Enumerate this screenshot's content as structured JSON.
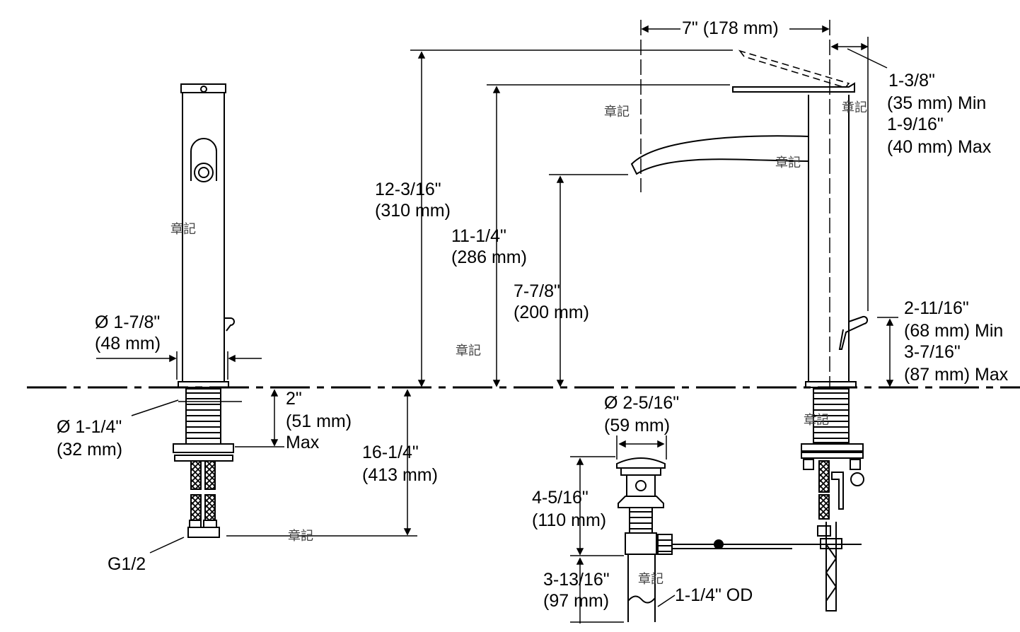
{
  "dimensions": {
    "spout_reach": "7\" (178 mm)",
    "handle_clearance": {
      "min_in": "1-3/8\"",
      "min_mm": "(35 mm) Min",
      "max_in": "1-9/16\"",
      "max_mm": "(40 mm) Max"
    },
    "overall_height": {
      "in": "12-3/16\"",
      "mm": "(310 mm)"
    },
    "top_height": {
      "in": "11-1/4\"",
      "mm": "(286 mm)"
    },
    "spout_height": {
      "in": "7-7/8\"",
      "mm": "(200 mm)"
    },
    "body_diameter": {
      "in": "Ø 1-7/8\"",
      "mm": "(48 mm)"
    },
    "lift_rod": {
      "min_in": "2-11/16\"",
      "min_mm": "(68 mm) Min",
      "max_in": "3-7/16\"",
      "max_mm": "(87 mm) Max"
    },
    "shank_diameter": {
      "in": "Ø 1-1/4\"",
      "mm": "(32 mm)"
    },
    "deck_thickness": {
      "in": "2\"",
      "mm": "(51 mm)",
      "note": "Max"
    },
    "under_deck_length": {
      "in": "16-1/4\"",
      "mm": "(413 mm)"
    },
    "connection": "G1/2",
    "drain_diameter": {
      "in": "Ø 2-5/16\"",
      "mm": "(59 mm)"
    },
    "drain_height": {
      "in": "4-5/16\"",
      "mm": "(110 mm)"
    },
    "tailpiece_length": {
      "in": "3-13/16\"",
      "mm": "(97 mm)"
    },
    "tailpiece_od": "1-1/4\" OD"
  },
  "watermark": "章記"
}
